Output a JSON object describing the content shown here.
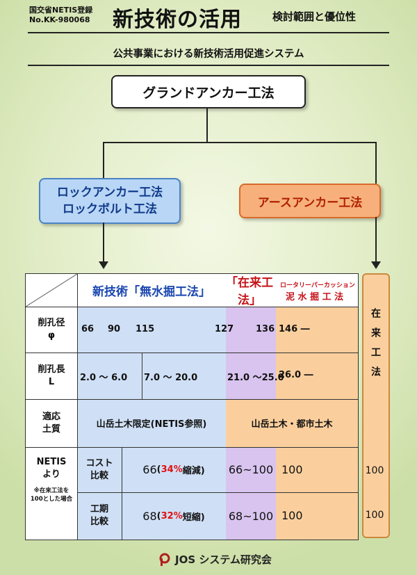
{
  "header": {
    "registry_line1": "国交省NETIS登録",
    "registry_line2": "No.KK-980068",
    "title": "新技術の活用",
    "subtitle": "検討範囲と優位性",
    "system_title": "公共事業における新技術活用促進システム"
  },
  "diagram": {
    "root": "グランドアンカー工法",
    "left_line1": "ロックアンカー工法",
    "left_line2": "ロックボルト工法",
    "right": "アースアンカー工法"
  },
  "table": {
    "header_new": "新技術「無水掘工法」",
    "header_conv": "「在来工法」",
    "header_rotary": "ロータリーパーカッション",
    "header_mud": "泥 水 掘 工 法",
    "rows": {
      "diameter_label_1": "削孔径",
      "diameter_label_2": "φ",
      "diameter_values": [
        "66",
        "90",
        "115",
        "127",
        "136",
        "146 ―"
      ],
      "length_label_1": "削孔長",
      "length_label_2": "L",
      "length_values": [
        "2.0 ～ 6.0",
        "7.0 ～ 20.0",
        "21.0 ～25.0",
        "26.0 ―"
      ],
      "soil_label_1": "適応",
      "soil_label_2": "土質",
      "soil_new": "山岳土木限定(NETIS参照)",
      "soil_conv": "山岳土木・都市土木",
      "netis_label_1": "NETIS",
      "netis_label_2": "より",
      "netis_note": "※在来工法を100とした場合",
      "cost_label_1": "コスト",
      "cost_label_2": "比較",
      "cost_value": "66",
      "cost_pct": "34%",
      "cost_suffix": "縮減)",
      "cost_range": "66~100",
      "cost_conv": "100",
      "period_label_1": "工期",
      "period_label_2": "比較",
      "period_value": "68",
      "period_pct": "32%",
      "period_suffix": "短縮)",
      "period_range": "68~100",
      "period_conv": "100"
    },
    "side_column": "在来工法",
    "side_cost": "100",
    "side_period": "100"
  },
  "footer": {
    "logo_text": "JOS システム研究会"
  },
  "colors": {
    "blue": "#cfe0f6",
    "purple": "#d8c4ef",
    "orange": "#fbcf9d",
    "red": "#e01010"
  }
}
